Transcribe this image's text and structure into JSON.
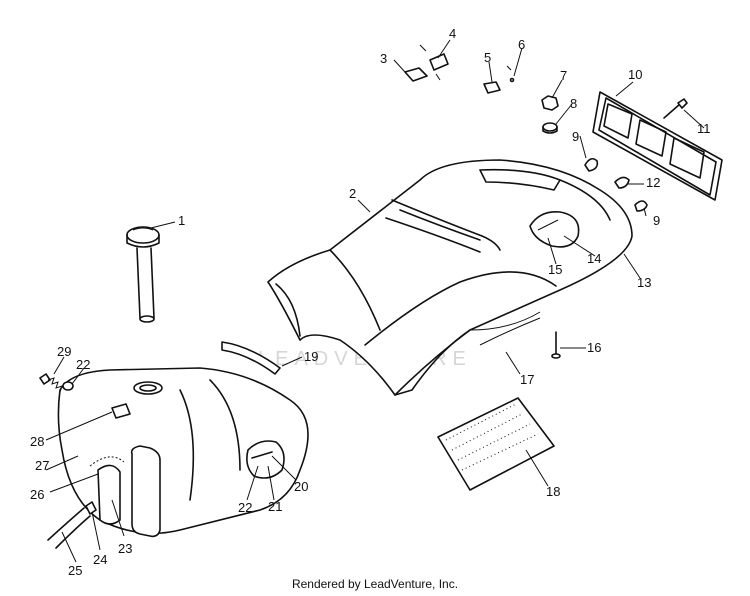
{
  "diagram": {
    "callouts": [
      "1",
      "2",
      "3",
      "4",
      "5",
      "6",
      "7",
      "8",
      "9",
      "9",
      "10",
      "11",
      "12",
      "13",
      "14",
      "15",
      "16",
      "17",
      "18",
      "19",
      "20",
      "21",
      "22",
      "22",
      "23",
      "24",
      "25",
      "26",
      "27",
      "28",
      "29"
    ]
  },
  "watermark": {
    "text": "LEADVENTURE"
  },
  "footer": {
    "credit": "Rendered by LeadVenture, Inc."
  }
}
